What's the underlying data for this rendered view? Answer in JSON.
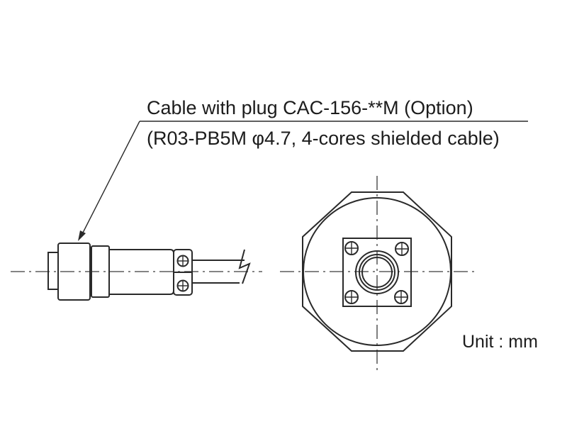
{
  "callout": {
    "line1": "Cable with plug CAC-156-**M (Option)",
    "line2": "(R03-PB5M φ4.7, 4-cores shielded cable)"
  },
  "unit_label": "Unit : mm",
  "colors": {
    "ink": "#2a2a2a",
    "background": "#ffffff"
  }
}
